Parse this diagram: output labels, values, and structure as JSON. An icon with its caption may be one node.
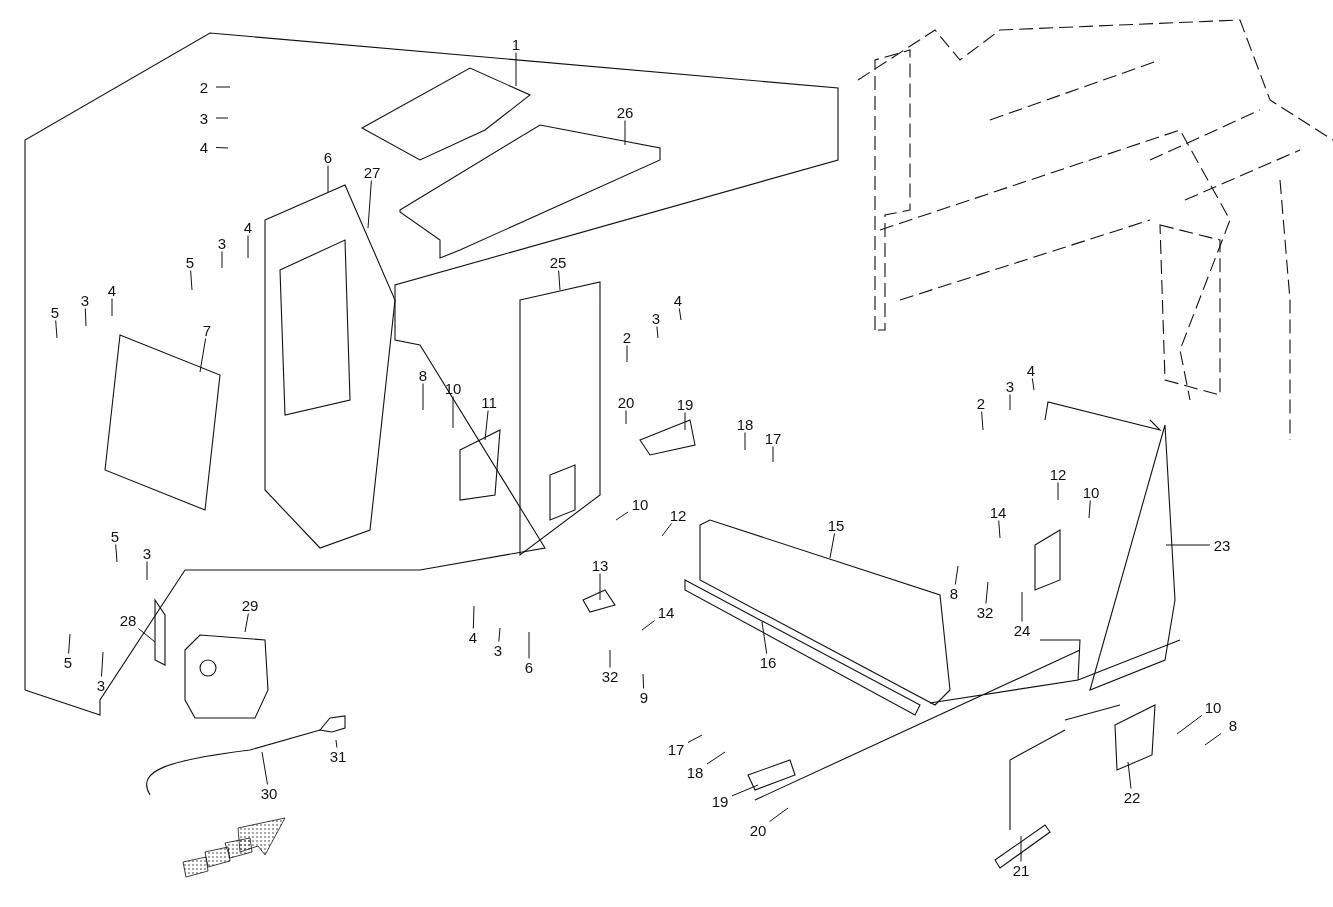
{
  "diagram": {
    "nodes": [
      {
        "text": [
          "1"
        ]
      },
      {
        "text": [
          "2"
        ]
      },
      {
        "text": [
          "3"
        ]
      },
      {
        "text": [
          "4"
        ]
      },
      {
        "text": [
          "26"
        ]
      },
      {
        "text": [
          "6"
        ]
      },
      {
        "text": [
          "27"
        ]
      },
      {
        "text": [
          "4"
        ]
      },
      {
        "text": [
          "3"
        ]
      },
      {
        "text": [
          "5"
        ]
      },
      {
        "text": [
          "5"
        ]
      },
      {
        "text": [
          "3"
        ]
      },
      {
        "text": [
          "4"
        ]
      },
      {
        "text": [
          "7"
        ]
      },
      {
        "text": [
          "25"
        ]
      },
      {
        "text": [
          "2"
        ]
      },
      {
        "text": [
          "3"
        ]
      },
      {
        "text": [
          "4"
        ]
      },
      {
        "text": [
          "8"
        ]
      },
      {
        "text": [
          "10"
        ]
      },
      {
        "text": [
          "11"
        ]
      },
      {
        "text": [
          "20"
        ]
      },
      {
        "text": [
          "19"
        ]
      },
      {
        "text": [
          "18"
        ]
      },
      {
        "text": [
          "17"
        ]
      },
      {
        "text": [
          "2"
        ]
      },
      {
        "text": [
          "3"
        ]
      },
      {
        "text": [
          "4"
        ]
      },
      {
        "text": [
          "12"
        ]
      },
      {
        "text": [
          "10"
        ]
      },
      {
        "text": [
          "23"
        ]
      },
      {
        "text": [
          "10"
        ]
      },
      {
        "text": [
          "12"
        ]
      },
      {
        "text": [
          "14"
        ]
      },
      {
        "text": [
          "15"
        ]
      },
      {
        "text": [
          "13"
        ]
      },
      {
        "text": [
          "8"
        ]
      },
      {
        "text": [
          "32"
        ]
      },
      {
        "text": [
          "24"
        ]
      },
      {
        "text": [
          "14"
        ]
      },
      {
        "text": [
          "4"
        ]
      },
      {
        "text": [
          "3"
        ]
      },
      {
        "text": [
          "6"
        ]
      },
      {
        "text": [
          "32"
        ]
      },
      {
        "text": [
          "9"
        ]
      },
      {
        "text": [
          "16"
        ]
      },
      {
        "text": [
          "5"
        ]
      },
      {
        "text": [
          "3"
        ]
      },
      {
        "text": [
          "28"
        ]
      },
      {
        "text": [
          "29"
        ]
      },
      {
        "text": [
          "5"
        ]
      },
      {
        "text": [
          "3"
        ]
      },
      {
        "text": [
          "30"
        ]
      },
      {
        "text": [
          "31"
        ]
      },
      {
        "text": [
          "17"
        ]
      },
      {
        "text": [
          "18"
        ]
      },
      {
        "text": [
          "19"
        ]
      },
      {
        "text": [
          "20"
        ]
      },
      {
        "text": [
          "10"
        ]
      },
      {
        "text": [
          "8"
        ]
      },
      {
        "text": [
          "22"
        ]
      },
      {
        "text": [
          "21"
        ]
      }
    ],
    "edges": [
      {
        "from": 0,
        "to": null,
        "arrow": "none"
      },
      {
        "from": 1,
        "to": null,
        "arrow": "none"
      },
      {
        "from": 2,
        "to": null,
        "arrow": "none"
      },
      {
        "from": 3,
        "to": null,
        "arrow": "none"
      },
      {
        "from": 4,
        "to": null,
        "arrow": "none"
      },
      {
        "from": 5,
        "to": null,
        "arrow": "none"
      },
      {
        "from": 6,
        "to": null,
        "arrow": "none"
      },
      {
        "from": 7,
        "to": null,
        "arrow": "none"
      },
      {
        "from": 8,
        "to": null,
        "arrow": "none"
      },
      {
        "from": 9,
        "to": null,
        "arrow": "none"
      },
      {
        "from": 10,
        "to": null,
        "arrow": "none"
      },
      {
        "from": 11,
        "to": null,
        "arrow": "none"
      },
      {
        "from": 12,
        "to": null,
        "arrow": "none"
      },
      {
        "from": 13,
        "to": null,
        "arrow": "none"
      },
      {
        "from": 14,
        "to": null,
        "arrow": "none"
      },
      {
        "from": 15,
        "to": null,
        "arrow": "none"
      },
      {
        "from": 16,
        "to": null,
        "arrow": "none"
      },
      {
        "from": 17,
        "to": null,
        "arrow": "none"
      },
      {
        "from": 18,
        "to": null,
        "arrow": "none"
      },
      {
        "from": 19,
        "to": null,
        "arrow": "none"
      },
      {
        "from": 20,
        "to": null,
        "arrow": "none"
      },
      {
        "from": 21,
        "to": null,
        "arrow": "none"
      },
      {
        "from": 22,
        "to": null,
        "arrow": "none"
      },
      {
        "from": 23,
        "to": null,
        "arrow": "none"
      },
      {
        "from": 24,
        "to": null,
        "arrow": "none"
      },
      {
        "from": 25,
        "to": null,
        "arrow": "none"
      },
      {
        "from": 26,
        "to": null,
        "arrow": "none"
      },
      {
        "from": 27,
        "to": null,
        "arrow": "none"
      },
      {
        "from": 28,
        "to": null,
        "arrow": "none"
      },
      {
        "from": 29,
        "to": null,
        "arrow": "none"
      },
      {
        "from": 30,
        "to": null,
        "arrow": "none"
      },
      {
        "from": 31,
        "to": null,
        "arrow": "none"
      },
      {
        "from": 32,
        "to": null,
        "arrow": "none"
      },
      {
        "from": 33,
        "to": null,
        "arrow": "none"
      },
      {
        "from": 34,
        "to": null,
        "arrow": "none"
      },
      {
        "from": 35,
        "to": null,
        "arrow": "none"
      },
      {
        "from": 36,
        "to": null,
        "arrow": "none"
      },
      {
        "from": 37,
        "to": null,
        "arrow": "none"
      },
      {
        "from": 38,
        "to": null,
        "arrow": "none"
      },
      {
        "from": 39,
        "to": null,
        "arrow": "none"
      },
      {
        "from": 40,
        "to": null,
        "arrow": "none"
      },
      {
        "from": 41,
        "to": null,
        "arrow": "none"
      },
      {
        "from": 42,
        "to": null,
        "arrow": "none"
      },
      {
        "from": 43,
        "to": null,
        "arrow": "none"
      },
      {
        "from": 44,
        "to": null,
        "arrow": "none"
      },
      {
        "from": 45,
        "to": null,
        "arrow": "none"
      },
      {
        "from": 46,
        "to": null,
        "arrow": "none"
      },
      {
        "from": 47,
        "to": null,
        "arrow": "none"
      },
      {
        "from": 48,
        "to": null,
        "arrow": "none"
      },
      {
        "from": 49,
        "to": null,
        "arrow": "none"
      },
      {
        "from": 50,
        "to": null,
        "arrow": "none"
      },
      {
        "from": 51,
        "to": null,
        "arrow": "none"
      },
      {
        "from": 52,
        "to": null,
        "arrow": "none"
      },
      {
        "from": 53,
        "to": null,
        "arrow": "none"
      },
      {
        "from": 54,
        "to": null,
        "arrow": "none"
      },
      {
        "from": 55,
        "to": null,
        "arrow": "none"
      },
      {
        "from": 56,
        "to": null,
        "arrow": "none"
      },
      {
        "from": 57,
        "to": null,
        "arrow": "none"
      },
      {
        "from": 58,
        "to": null,
        "arrow": "none"
      },
      {
        "from": 59,
        "to": null,
        "arrow": "none"
      },
      {
        "from": 60,
        "to": null,
        "arrow": "none"
      },
      {
        "from": 61,
        "to": null,
        "arrow": "none"
      }
    ]
  }
}
